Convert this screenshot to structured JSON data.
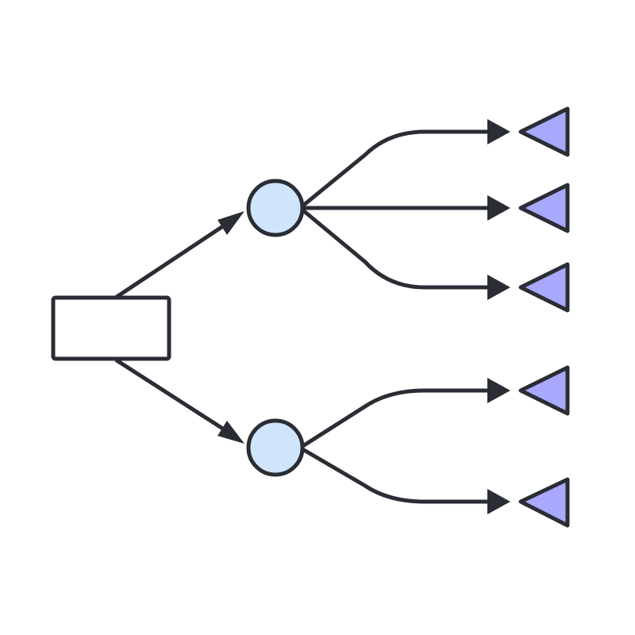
{
  "diagram": {
    "type": "tree",
    "colors": {
      "stroke": "#2a2d34",
      "background": "#ffffff",
      "root_fill": "#ffffff",
      "branch_fill": "#d0e4fc",
      "leaf_fill": "#a8a8fc"
    },
    "nodes": [
      {
        "id": "root",
        "shape": "rectangle"
      },
      {
        "id": "branch-1",
        "shape": "circle"
      },
      {
        "id": "branch-2",
        "shape": "circle"
      },
      {
        "id": "leaf-1",
        "shape": "triangle-left"
      },
      {
        "id": "leaf-2",
        "shape": "triangle-left"
      },
      {
        "id": "leaf-3",
        "shape": "triangle-left"
      },
      {
        "id": "leaf-4",
        "shape": "triangle-left"
      },
      {
        "id": "leaf-5",
        "shape": "triangle-left"
      }
    ],
    "edges": [
      {
        "from": "root",
        "to": "branch-1"
      },
      {
        "from": "root",
        "to": "branch-2"
      },
      {
        "from": "branch-1",
        "to": "leaf-1"
      },
      {
        "from": "branch-1",
        "to": "leaf-2"
      },
      {
        "from": "branch-1",
        "to": "leaf-3"
      },
      {
        "from": "branch-2",
        "to": "leaf-4"
      },
      {
        "from": "branch-2",
        "to": "leaf-5"
      }
    ]
  }
}
